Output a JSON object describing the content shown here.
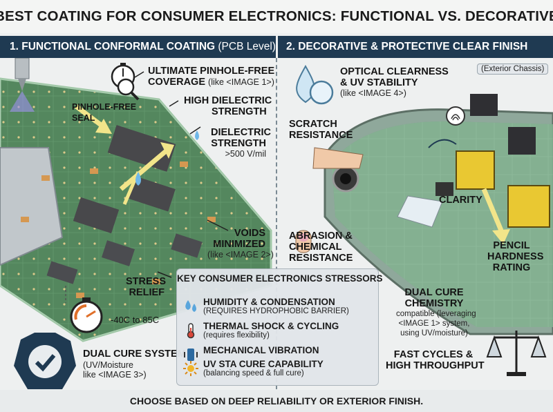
{
  "title": "BEST COATING FOR CONSUMER ELECTRONICS: FUNCTIONAL VS. DECORATIVE",
  "left_section": {
    "heading": "1. FUNCTIONAL CONFORMAL COATING",
    "heading_suffix": "(PCB Level)"
  },
  "right_section": {
    "heading": "2. DECORATIVE & PROTECTIVE CLEAR FINISH",
    "tag": "(Exterior Chassis)"
  },
  "left_labels": {
    "pinhole_seal_1": "PINHOLE-FREE",
    "pinhole_seal_2": "SEAL",
    "pinhole_coverage_1": "ULTIMATE PINHOLE-FREE",
    "pinhole_coverage_2": "COVERAGE",
    "pinhole_coverage_sub": "(like <IMAGE 1>)",
    "high_dielectric_1": "HIGH DIELECTRIC",
    "high_dielectric_2": "STRENGTH",
    "dielectric_1": "DIELECTRIC",
    "dielectric_2": "STRENGTH",
    "dielectric_value": ">500 V/mil",
    "voids_1": "VOIDS",
    "voids_2": "MINIMIZED",
    "voids_sub": "(like <IMAGE 2>)",
    "stress_1": "STRESS",
    "stress_2": "RELIEF",
    "temp_range": "-40C to 85C",
    "dual_cure_title": "DUAL CURE SYSTEM",
    "dual_cure_sub1": "(UV/Moisture",
    "dual_cure_sub2": "like <IMAGE 3>)"
  },
  "right_labels": {
    "optical_1": "OPTICAL CLEARNESS",
    "optical_2": "& UV STABILITY",
    "optical_sub": "(like <IMAGE 4>)",
    "scratch_1": "SCRATCH",
    "scratch_2": "RESISTANCE",
    "clarity": "CLARITY",
    "abrasion_1": "ABRASION &",
    "abrasion_2": "CHEMICAL",
    "abrasion_3": "RESISTANCE",
    "pencil_1": "PENCIL",
    "pencil_2": "HARDNESS",
    "pencil_3": "RATING",
    "dual_chem_1": "DUAL CURE",
    "dual_chem_2": "CHEMISTRY",
    "dual_chem_sub1": "compatible (leveraging",
    "dual_chem_sub2": "<IMAGE 1> system,",
    "dual_chem_sub3": "using UV/moisture)",
    "fast_1": "FAST CYCLES &",
    "fast_2": "HIGH THROUGHPUT"
  },
  "stressors": {
    "title": "KEY CONSUMER ELECTRONICS STRESSORS",
    "items": [
      {
        "icon": "water-drops-icon",
        "title": "HUMIDITY & CONDENSATION",
        "sub": "(REQUIRES HYDROPHOBIC BARRIER)"
      },
      {
        "icon": "thermometer-icon",
        "title": "THERMAL SHOCK & CYCLING",
        "sub": "(requires flexibility)"
      },
      {
        "icon": "vibration-icon",
        "title": "MECHANICAL VIBRATION",
        "sub": ""
      },
      {
        "icon": "sun-icon",
        "title": "UV STA CURE CAPABILITY",
        "sub": "(balancing speed & full cure)"
      }
    ]
  },
  "footer": "CHOOSE BASED ON DEEP RELIABILITY OR EXTERIOR FINISH.",
  "colors": {
    "band": "#1f3a52",
    "pcb_green": "#3f7a4a",
    "arrow_yellow": "#f2e58a",
    "accent_blue": "#2d6aa0"
  }
}
